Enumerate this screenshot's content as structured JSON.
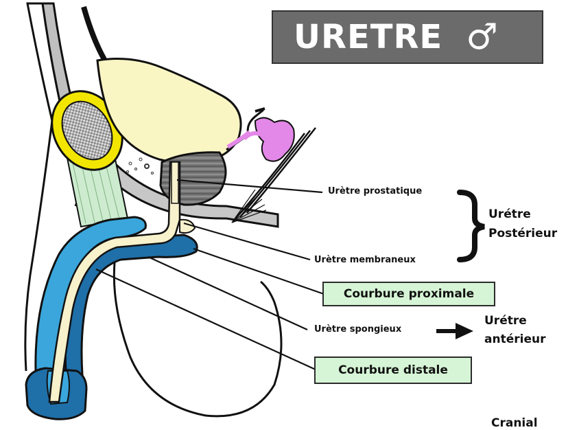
{
  "title": {
    "text": "URETRE",
    "symbol": "♂"
  },
  "labels": {
    "uretre_prostatique": "Urètre prostatique",
    "uretre_membraneux": "Urètre membraneux",
    "uretre_posterieur_line1": "Urétre",
    "uretre_posterieur_line2": "Postérieur",
    "courbure_proximale": "Courbure proximale",
    "uretre_spongieux": "Urètre spongieux",
    "uretre_anterieur_line1": "Urétre",
    "uretre_anterieur_line2": "antérieur",
    "courbure_distale": "Courbure distale",
    "cranial": "Cranial"
  },
  "colors": {
    "label_box": "#d6f5d6",
    "title_bg": "#6b6b6b",
    "bladder": "#faf6c4",
    "pubis": "#f2e600",
    "corpus_spongiosum": "#1f6fa8",
    "corpus_cavernosum": "#3aa6dc",
    "urethra": "#f7f1cc",
    "seminal_vesicle": "#e388e8",
    "ligament": "#cdeccf"
  },
  "icons": [
    "male-symbol-icon"
  ]
}
